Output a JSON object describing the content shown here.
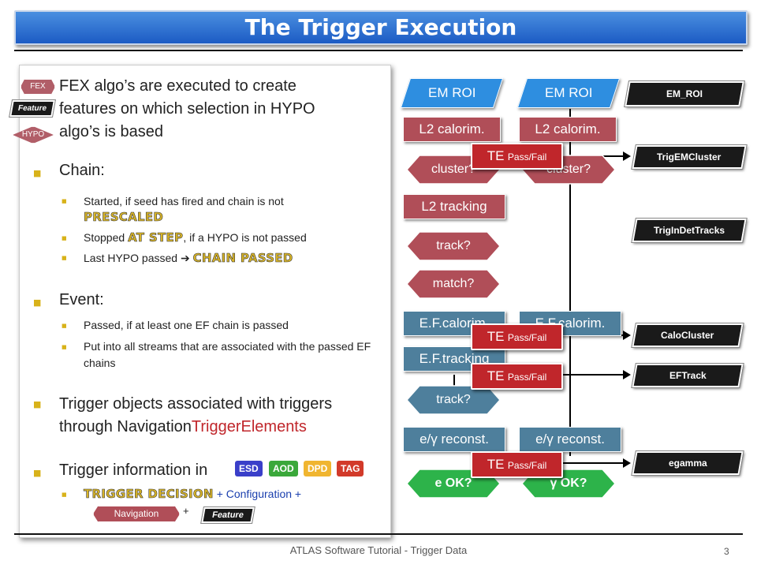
{
  "title": "The Trigger Execution",
  "legend": {
    "fex": "FEX",
    "feature": "Feature",
    "hypo": "HYPO"
  },
  "intro": "FEX algo’s are executed to create features on which selection in HYPO algo’s is based",
  "chain": {
    "heading": "Chain",
    "items": [
      {
        "pre": "Started, if seed has fired and chain is not",
        "caps": "PRESCALED",
        "post": ""
      },
      {
        "pre": "Stopped",
        "caps": "AT STEP",
        "post": ", if  a HYPO is not passed"
      },
      {
        "pre": "Last HYPO passed ➔",
        "caps": "CHAIN PASSED",
        "post": ""
      }
    ]
  },
  "event": {
    "heading": "Event",
    "items": [
      "Passed, if at least one EF chain is passed",
      "Put into all streams that are associated with the passed EF chains"
    ]
  },
  "objects": {
    "text": "Trigger objects associated with triggers through Navigation",
    "highlight": "TriggerElements"
  },
  "info": {
    "text": "Trigger information in",
    "tags": [
      {
        "label": "ESD",
        "color": "#3a3fc9"
      },
      {
        "label": "AOD",
        "color": "#3aa83a"
      },
      {
        "label": "DPD",
        "color": "#f0b530"
      },
      {
        "label": "TAG",
        "color": "#d23a2a"
      }
    ],
    "decision": "TRIGGER DECISION",
    "config": "+ Configuration +",
    "navigation": "Navigation",
    "plus": "+",
    "feature": "Feature"
  },
  "diagram": {
    "em_roi_1": "EM ROI",
    "em_roi_2": "EM ROI",
    "l2calo_1": "L2 calorim.",
    "l2calo_2": "L2 calorim.",
    "cluster_1": "cluster?",
    "cluster_2": "cluster?",
    "l2track": "L2 tracking",
    "track_1": "track?",
    "match": "match?",
    "efcalo_1": "E.F.calorim.",
    "efcalo_2": "E.F.calorim.",
    "eftrack": "E.F.tracking",
    "track_2": "track?",
    "ereco_1": "e/γ reconst.",
    "ereco_2": "e/γ reconst.",
    "eok": "e OK?",
    "gok": "γ OK?",
    "te_big": "TE",
    "te_small": "Pass/Fail"
  },
  "objects_col": [
    "EM_ROI",
    "TrigEMCluster",
    "TrigInDetTracks",
    "CaloCluster",
    "EFTrack",
    "egamma"
  ],
  "footer": {
    "text": "ATLAS Software Tutorial - Trigger Data",
    "page": "3"
  },
  "colors": {
    "title_bar": "#2a6fd6",
    "l2_box": "#b04e58",
    "ef_box": "#4e7f9c",
    "te_box": "#c0262b",
    "roi": "#2e8ee0",
    "ok_diamond": "#2db34a"
  }
}
